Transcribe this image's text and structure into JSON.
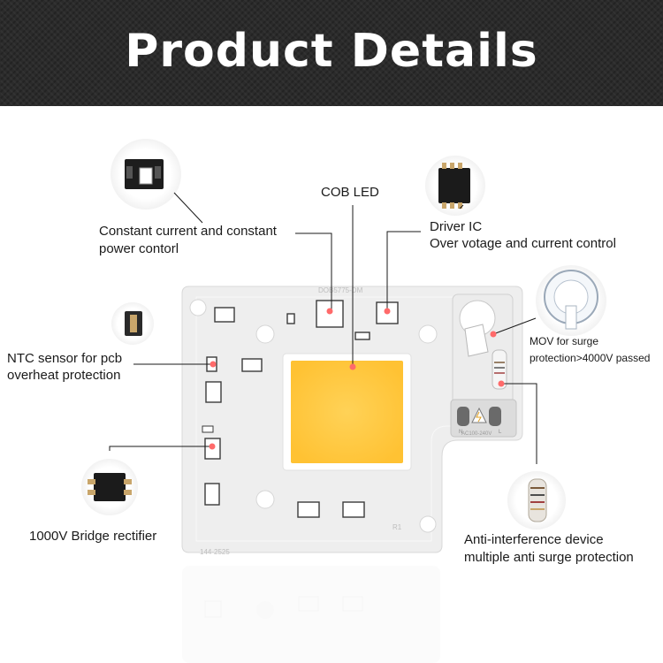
{
  "header": {
    "title": "Product Details"
  },
  "board": {
    "top_marking": "DOB5775-DM",
    "bottom_marking": "144-2525",
    "resistor_mark": "R1",
    "input_mark": "AC100-240V",
    "terminal_n": "N",
    "terminal_l": "L"
  },
  "callouts": {
    "cob_led": "COB LED",
    "constant_current_line1": "Constant current and constant",
    "constant_current_line2": "power contorl",
    "driver_ic_line1": "Driver IC",
    "driver_ic_line2": "Over votage and current control",
    "ntc_line1": "NTC sensor for pcb",
    "ntc_line2": "overheat protection",
    "mov_line1": "MOV for surge",
    "mov_line2": "protection>4000V passed",
    "bridge": "1000V Bridge rectifier",
    "anti_line1": "Anti-interference device",
    "anti_line2": "multiple anti surge protection"
  },
  "colors": {
    "header_bg": "#2b2b2b",
    "led_yellow": "#ffc840",
    "pointer_dot": "#ff6a6a",
    "board": "#eeeeee"
  }
}
